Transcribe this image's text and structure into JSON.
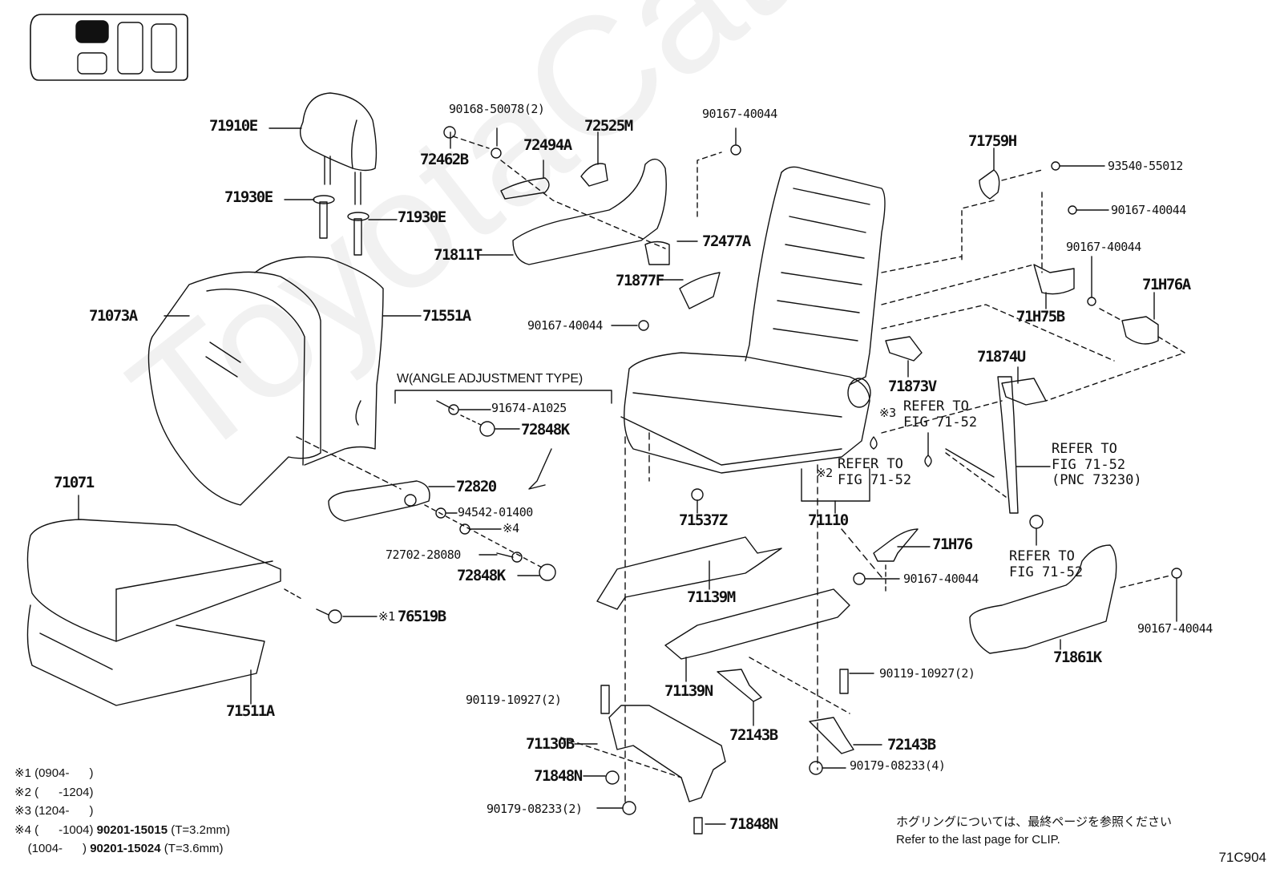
{
  "diagram": {
    "title_indicator": {
      "description": "seat-position-indicator",
      "highlighted_cell": "front-left"
    },
    "watermark": "ToyotaCatalog.ru",
    "figure_code": "71C904",
    "angle_adjustment_group_title": "W(ANGLE ADJUSTMENT TYPE)",
    "parts": {
      "p71910E": "71910E",
      "p71930E_a": "71930E",
      "p71930E_b": "71930E",
      "p90168_50078": "90168-50078(2)",
      "p72462B": "72462B",
      "p72494A": "72494A",
      "p72525M": "72525M",
      "p90167_40044_top": "90167-40044",
      "p71811T": "71811T",
      "p72477A": "72477A",
      "p71877F": "71877F",
      "p90167_40044_left": "90167-40044",
      "p71759H": "71759H",
      "p93540_55012": "93540-55012",
      "p90167_40044_r1": "90167-40044",
      "p90167_40044_r2": "90167-40044",
      "p71H75B": "71H75B",
      "p71H76A": "71H76A",
      "p71073A": "71073A",
      "p71551A": "71551A",
      "p71873V": "71873V",
      "p71874U": "71874U",
      "p91674_A1025": "91674-A1025",
      "p72848K_a": "72848K",
      "p72820": "72820",
      "p94542_01400": "94542-01400",
      "p_note4": "※4",
      "p72702_28080": "72702-28080",
      "p72848K_b": "72848K",
      "p76519B_note": "※1",
      "p76519B": "76519B",
      "p71071": "71071",
      "p71511A": "71511A",
      "p71537Z": "71537Z",
      "p71110": "71110",
      "p_note2": "※2",
      "p_note3": "※3",
      "p71H76": "71H76",
      "p90167_40044_mid": "90167-40044",
      "p71139M": "71139M",
      "p71139N": "71139N",
      "p90119_10927_r": "90119-10927(2)",
      "p90119_10927_l": "90119-10927(2)",
      "p71130B": "71130B",
      "p71848N_a": "71848N",
      "p90179_08233_2": "90179-08233(2)",
      "p71848N_b": "71848N",
      "p72143B_a": "72143B",
      "p72143B_b": "72143B",
      "p90179_08233_4": "90179-08233(4)",
      "p71861K": "71861K",
      "p90167_40044_br": "90167-40044"
    },
    "refer_notes": {
      "ref_a": [
        "REFER TO",
        "FIG 71-52"
      ],
      "ref_b": [
        "REFER TO",
        "FIG 71-52"
      ],
      "ref_c": [
        "REFER TO",
        "FIG 71-52",
        "(PNC 73230)"
      ],
      "ref_d": [
        "REFER TO",
        "FIG 71-52"
      ]
    },
    "legend": [
      {
        "mark": "※1",
        "range": "(0904-      )",
        "part": "",
        "spec": ""
      },
      {
        "mark": "※2",
        "range": "(      -1204)",
        "part": "",
        "spec": ""
      },
      {
        "mark": "※3",
        "range": "(1204-      )",
        "part": "",
        "spec": ""
      },
      {
        "mark": "※4",
        "range": "(      -1004)",
        "part": "90201-15015",
        "spec": "(T=3.2mm)"
      },
      {
        "mark": "",
        "range": "(1004-      )",
        "part": "90201-15024",
        "spec": "(T=3.6mm)"
      }
    ],
    "clip_note": {
      "japanese": "ホグリングについては、最終ページを参照ください",
      "english": "Refer to the last page for CLIP."
    }
  }
}
